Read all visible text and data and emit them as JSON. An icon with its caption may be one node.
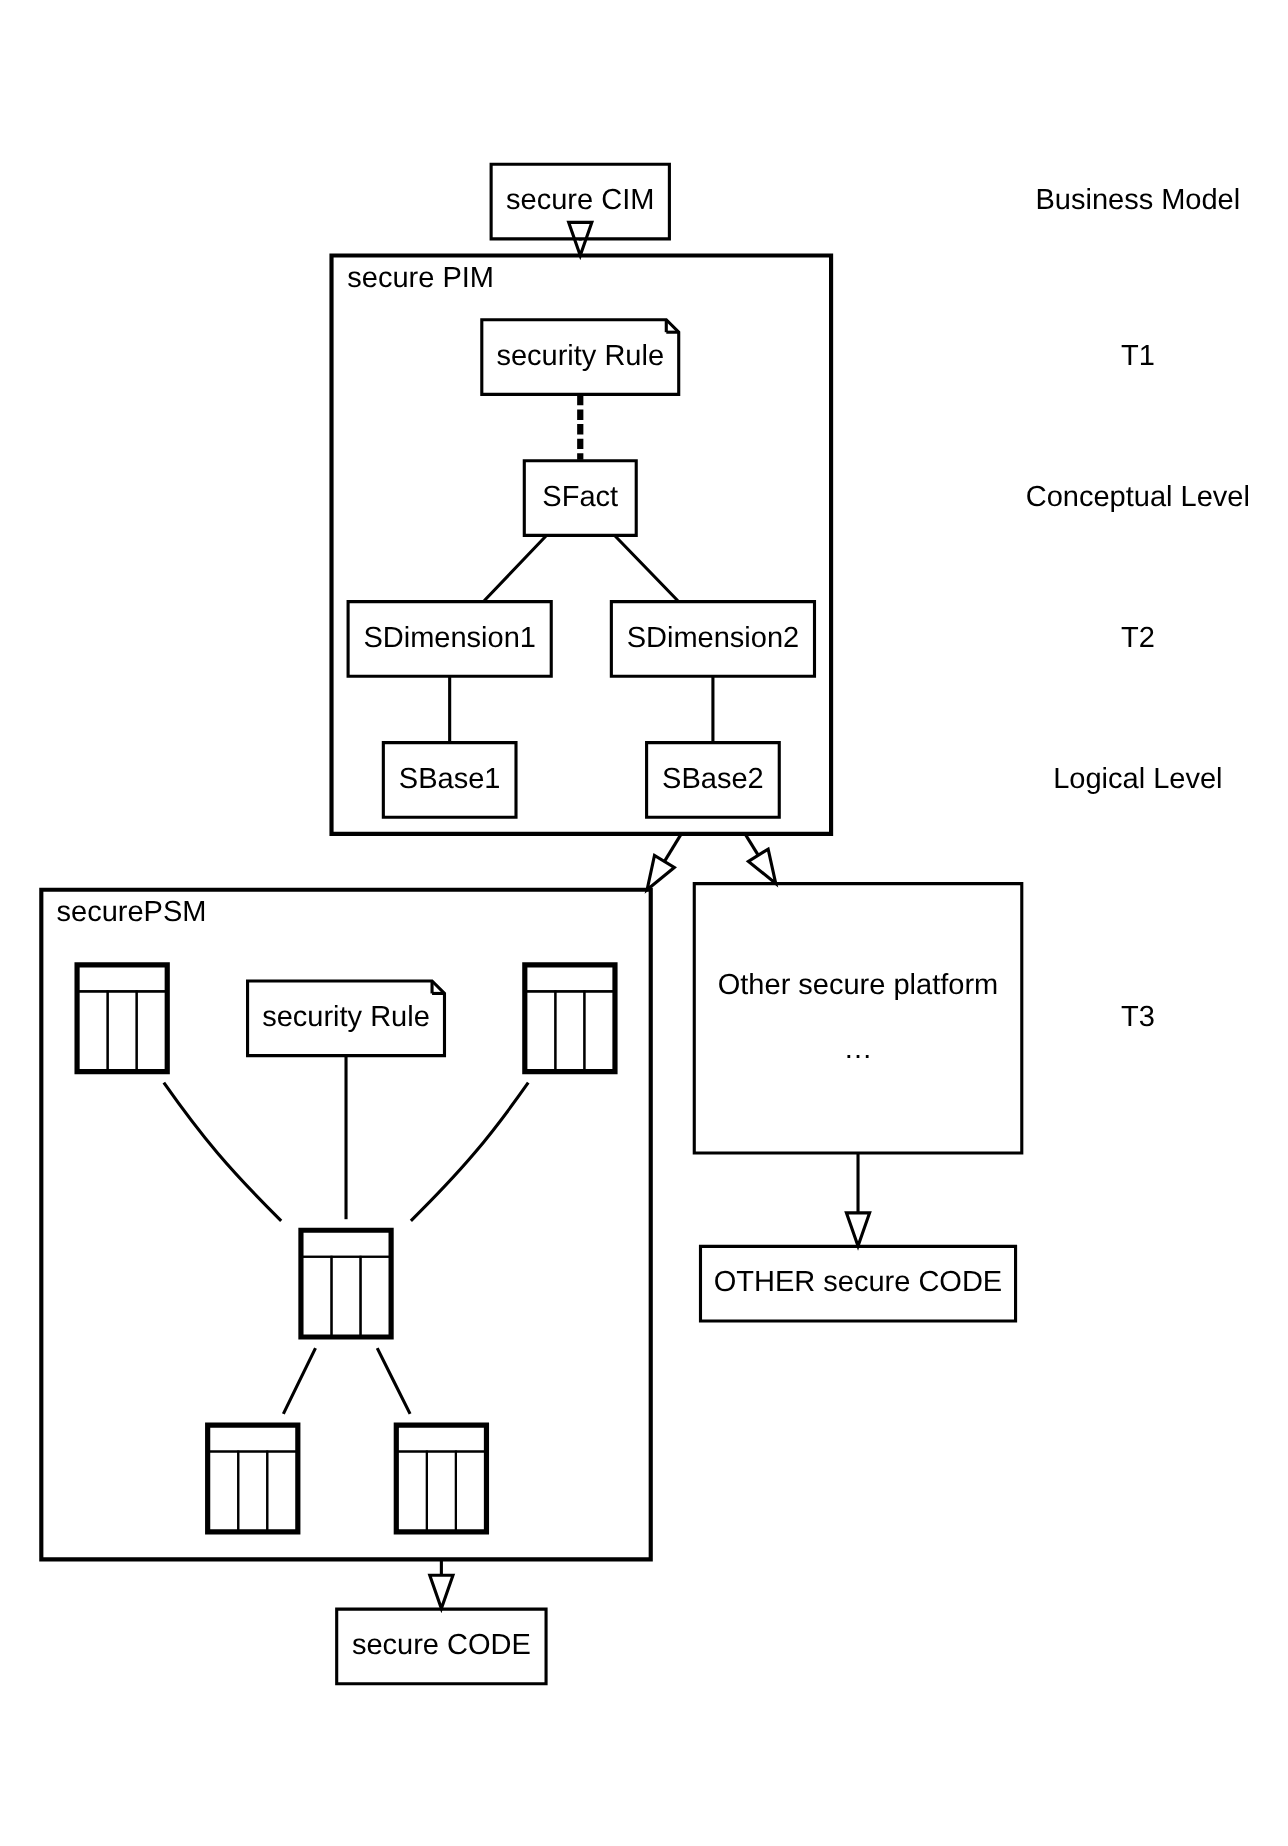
{
  "diagram": {
    "nodes": [
      {
        "text": [
          "secure CIM"
        ]
      },
      {
        "text": [
          "secure PIM"
        ]
      },
      {
        "text": [
          "security Rule"
        ],
        "in": 1
      },
      {
        "text": [
          "SFact"
        ],
        "in": 1
      },
      {
        "text": [
          "SDimension1"
        ],
        "in": 1
      },
      {
        "text": [
          "SDimension2"
        ],
        "in": 1
      },
      {
        "text": [
          "SBase1"
        ],
        "in": 1
      },
      {
        "text": [
          "SBase2"
        ],
        "in": 1
      },
      {
        "text": [
          "securePSM"
        ]
      },
      {
        "text": [],
        "shape": "table",
        "in": 8
      },
      {
        "text": [
          "security Rule"
        ],
        "in": 8
      },
      {
        "text": [],
        "shape": "table",
        "in": 8
      },
      {
        "text": [],
        "shape": "table",
        "in": 8
      },
      {
        "text": [],
        "shape": "table",
        "in": 8
      },
      {
        "text": [],
        "shape": "table",
        "in": 8
      },
      {
        "text": [
          "Other secure platform",
          "…"
        ]
      },
      {
        "text": [
          "secure CODE"
        ]
      },
      {
        "text": [
          "OTHER secure CODE"
        ]
      }
    ],
    "edges": [
      {
        "from": 0,
        "to": 1,
        "arrow": "to"
      },
      {
        "from": 2,
        "to": 3,
        "arrow": "none",
        "style": "dashed"
      },
      {
        "from": 3,
        "to": 4,
        "arrow": "none"
      },
      {
        "from": 3,
        "to": 5,
        "arrow": "none"
      },
      {
        "from": 4,
        "to": 6,
        "arrow": "none"
      },
      {
        "from": 5,
        "to": 7,
        "arrow": "none"
      },
      {
        "from": 1,
        "to": 8,
        "arrow": "to"
      },
      {
        "from": 1,
        "to": 15,
        "arrow": "to"
      },
      {
        "from": 9,
        "to": 12,
        "arrow": "none"
      },
      {
        "from": 10,
        "to": 12,
        "arrow": "none"
      },
      {
        "from": 11,
        "to": 12,
        "arrow": "none"
      },
      {
        "from": 12,
        "to": 13,
        "arrow": "none"
      },
      {
        "from": 12,
        "to": 14,
        "arrow": "none"
      },
      {
        "from": 8,
        "to": 16,
        "arrow": "to"
      },
      {
        "from": 15,
        "to": 17,
        "arrow": "to"
      }
    ],
    "labels": [
      "Business Model",
      "T1",
      "Conceptual Level",
      "T2",
      "Logical Level",
      "T3"
    ]
  }
}
